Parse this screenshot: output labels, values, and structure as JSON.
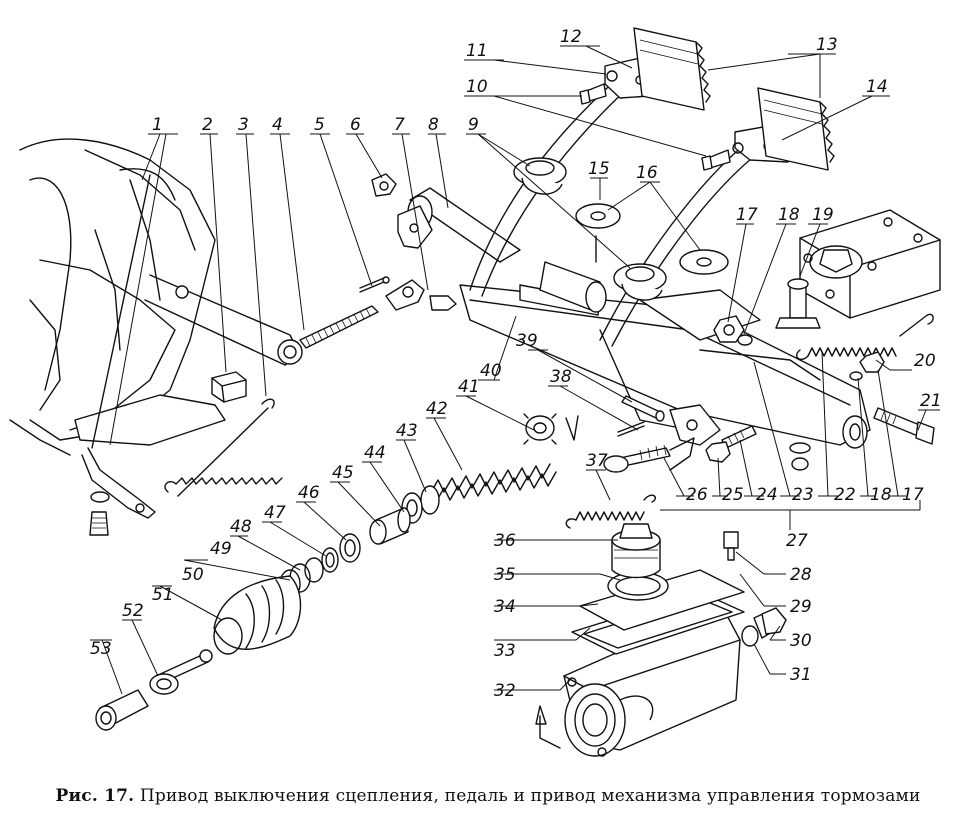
{
  "figure": {
    "caption_prefix": "Рис. 17.",
    "caption_text": "Привод выключения сцепления, педаль и привод механизма управления тормозами"
  },
  "part_numbers": [
    "1",
    "2",
    "3",
    "4",
    "5",
    "6",
    "7",
    "8",
    "9",
    "10",
    "11",
    "12",
    "13",
    "14",
    "15",
    "16",
    "17",
    "18",
    "19",
    "20",
    "21",
    "22",
    "23",
    "24",
    "25",
    "26",
    "27",
    "28",
    "29",
    "30",
    "31",
    "32",
    "33",
    "34",
    "35",
    "36",
    "37",
    "38",
    "39",
    "40",
    "41",
    "42",
    "43",
    "44",
    "45",
    "46",
    "47",
    "48",
    "49",
    "50",
    "51",
    "52",
    "53",
    "17",
    "18"
  ]
}
